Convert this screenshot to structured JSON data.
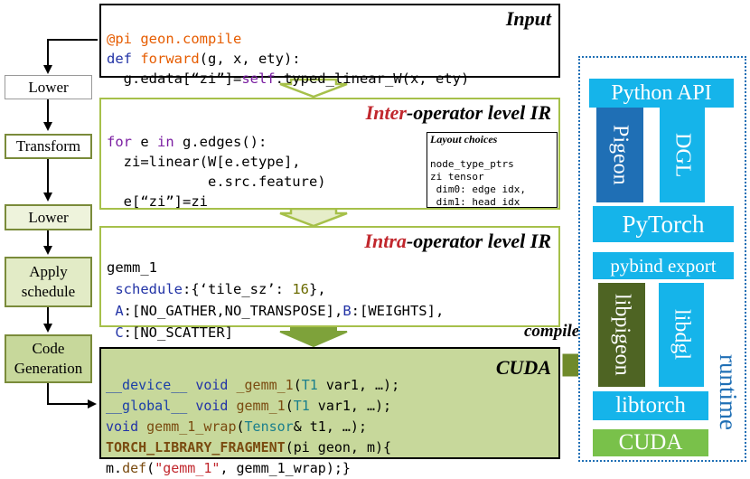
{
  "steps": {
    "lower1": "Lower",
    "transform": "Transform",
    "lower2": "Lower",
    "apply1": "Apply",
    "apply2": "schedule",
    "codegen1": "Code",
    "codegen2": "Generation"
  },
  "input": {
    "title": "Input",
    "line1_a": "@pi geon.compile",
    "line2_def": "def ",
    "line2_fn": "forward",
    "line2_rest": "(g, x, ety):",
    "line3_a": "  g.edata[“zi”]=",
    "line3_self": "self",
    "line3_rest": ".typed_linear_W(x, ety)"
  },
  "inter": {
    "title_accent": "Inter",
    "title_rest": "-operator level IR",
    "l1_for": "for",
    "l1_mid": " e ",
    "l1_in": "in",
    "l1_rest": " g.edges():",
    "l2": "  zi=linear(W[e.etype],",
    "l3": "            e.src.feature)",
    "l4": "  e[“zi”]=zi",
    "layout_title": "Layout choices",
    "layout_l1": "node_type_ptrs",
    "layout_l2": "zi tensor",
    "layout_l3": " dim0: edge idx,",
    "layout_l4": " dim1: head idx"
  },
  "intra": {
    "title_accent": "Intra",
    "title_rest": "-operator level IR",
    "l1": "gemm_1",
    "l2_a": " schedule",
    "l2_b": ":{‘tile_sz’: ",
    "l2_num": "16",
    "l2_c": "},",
    "l3_a": " A",
    "l3_b": ":[NO_GATHER,NO_TRANSPOSE],",
    "l3_c": "B",
    "l3_d": ":[WEIGHTS],",
    "l4_a": " C",
    "l4_b": ":[NO_SCATTER]"
  },
  "cuda": {
    "title": "CUDA",
    "l1_a": "__device__",
    "l1_b": " void ",
    "l1_c": "_gemm_1",
    "l1_d": "(",
    "l1_e": "T1",
    "l1_f": " var1, …);",
    "l2_a": "__global__",
    "l2_b": " void ",
    "l2_c": "gemm_1",
    "l2_d": "(",
    "l2_e": "T1",
    "l2_f": " var1, …);",
    "l3_a": "void",
    "l3_b": " gemm_1_wrap",
    "l3_c": "(",
    "l3_d": "Tensor",
    "l3_e": "& t1, …);",
    "l4_a": "TORCH_LIBRARY_FRAGMENT",
    "l4_b": "(pi geon, m){",
    "l5_a": "m.",
    "l5_b": "def",
    "l5_c": "(",
    "l5_d": "\"gemm_1\"",
    "l5_e": ", gemm_1_wrap);}"
  },
  "compile_label": "compile",
  "runtime": {
    "label": "runtime",
    "python_api": "Python API",
    "pigeon": "Pigeon",
    "dgl": "DGL",
    "pytorch": "PyTorch",
    "pybind": "pybind export",
    "libpigeon": "libpigeon",
    "libdgl": "libdgl",
    "libtorch": "libtorch",
    "cuda": "CUDA"
  },
  "colors": {
    "green_border": "#7a8b3a",
    "cuda_fill": "#c7d89b",
    "runtime_blue": "#15b4ea",
    "runtime_dark_blue": "#1f6fb5",
    "libpigeon_green": "#4e6423",
    "cuda_green": "#79c14a"
  }
}
